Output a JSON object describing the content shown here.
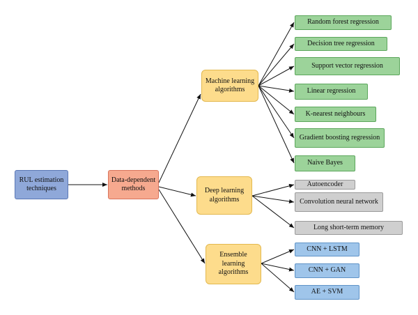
{
  "root": {
    "label": "RUL estimation techniques"
  },
  "method": {
    "label": "Data-dependent methods"
  },
  "categories": {
    "ml": {
      "label": "Machine learning algorithms"
    },
    "dl": {
      "label": "Deep learning algorithms"
    },
    "ens": {
      "label": "Ensemble learning algorithms"
    }
  },
  "ml_items": [
    "Random forest regression",
    "Decision tree regression",
    "Support vector regression",
    "Linear regression",
    "K-nearest neighbours",
    "Gradient boosting regression",
    "Naive Bayes"
  ],
  "dl_items": [
    "Autoencoder",
    "Convolution neural network",
    "Long short-term memory"
  ],
  "ens_items": [
    "CNN + LSTM",
    "CNN + GAN",
    "AE + SVM"
  ],
  "colors": {
    "root": "#8fa8d9",
    "method": "#f6a98f",
    "category": "#fddc8c",
    "ml_item": "#9cd39a",
    "dl_item": "#cfcfcf",
    "ens_item": "#9fc5ea"
  }
}
